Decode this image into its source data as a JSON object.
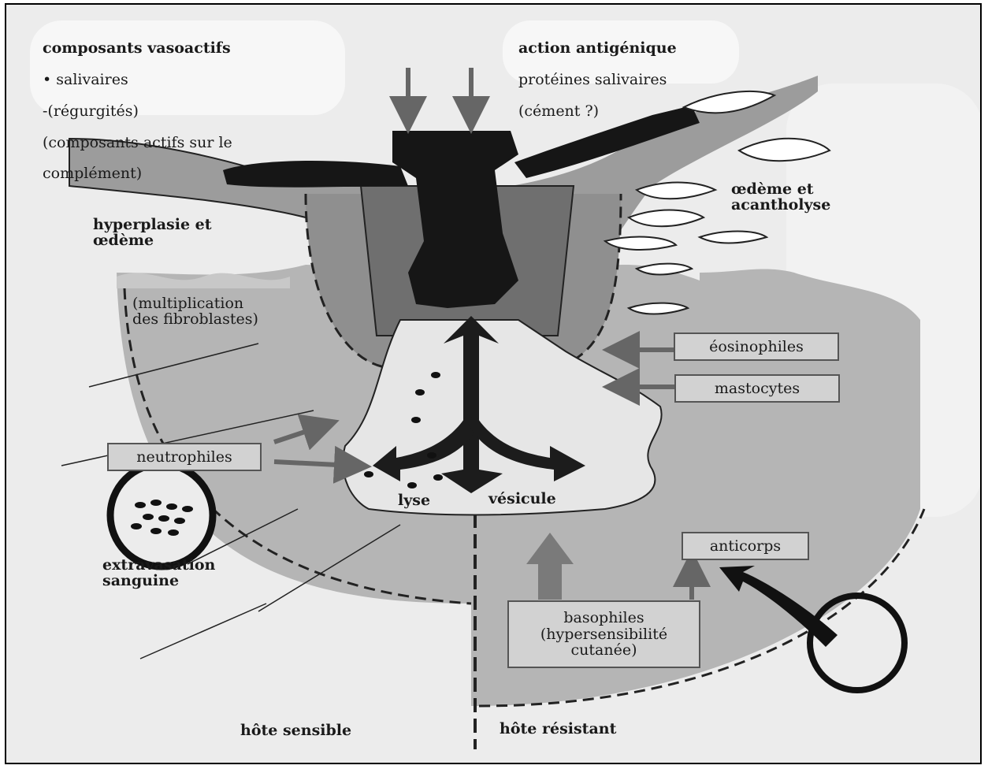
{
  "top_left": {
    "title": "composants vasoactifs",
    "lines": [
      "• salivaires",
      "-(régurgités)",
      "(composants actifs sur le",
      "complément)"
    ]
  },
  "top_right": {
    "title": "action antigénique",
    "lines": [
      "protéines salivaires",
      "(cément ?)"
    ]
  },
  "labels": {
    "hyperplasie": "hyperplasie et\nœdème",
    "oedeme_acantholyse": "œdème et\nacantholyse",
    "multiplication": "(multiplication\ndes fibroblastes)",
    "extravasation": "extravasation\nsanguine",
    "lyse": "lyse",
    "vesicule": "vésicule",
    "hote_sensible": "hôte sensible",
    "hote_resistant": "hôte résistant"
  },
  "boxes": {
    "eosinophiles": "éosinophiles",
    "mastocytes": "mastocytes",
    "neutrophiles": "neutrophiles",
    "anticorps": "anticorps",
    "basophiles": "basophiles\n(hypersensibilité\ncutanée)"
  },
  "colors": {
    "background": "#ececec",
    "skin_light": "#c3c3c3",
    "skin_mid": "#9c9c9c",
    "skin_dark": "#7a7a7a",
    "tick": "#111111",
    "lesion": "#e6e6e6"
  }
}
